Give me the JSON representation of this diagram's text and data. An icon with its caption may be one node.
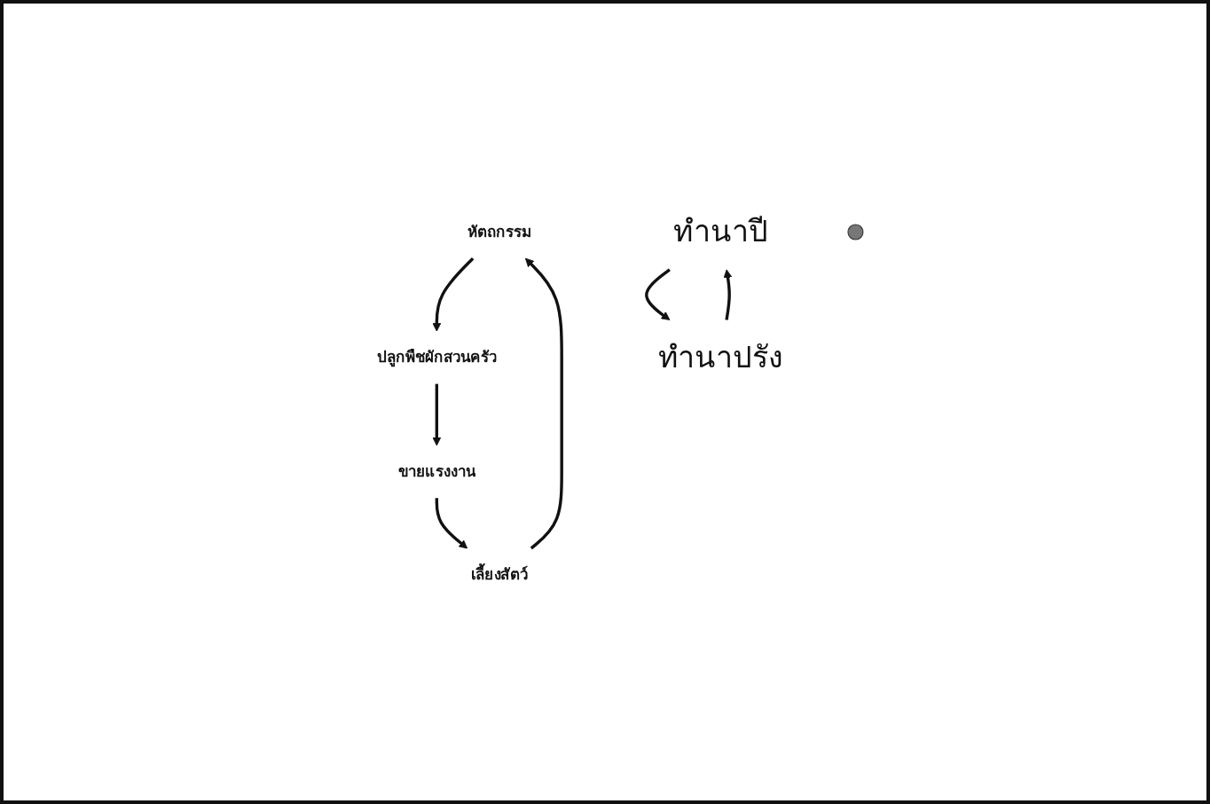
{
  "diagram": {
    "nodes": [
      {
        "text": [
          "หัตถกรรม"
        ]
      },
      {
        "text": [
          "ทำนาปี"
        ]
      },
      {
        "text": [
          "เลี้ยงสัตว์"
        ]
      },
      {
        "text": [],
        "shape": "circle"
      },
      {
        "text": [
          "ปลูกพืชผักสวนครัว"
        ]
      },
      {
        "text": [
          "ทำนาปรัง"
        ]
      },
      {
        "text": [
          "ขายแรงงาน"
        ]
      }
    ],
    "edges": [
      {
        "from": 2,
        "to": 0,
        "arrow": "to"
      },
      {
        "from": 0,
        "to": 4,
        "arrow": "to"
      },
      {
        "from": 4,
        "to": 6,
        "arrow": "to"
      },
      {
        "from": 6,
        "to": 2,
        "arrow": "to"
      },
      {
        "from": 1,
        "to": 5,
        "arrow": "to"
      },
      {
        "from": 5,
        "to": 1,
        "arrow": "to"
      }
    ]
  }
}
